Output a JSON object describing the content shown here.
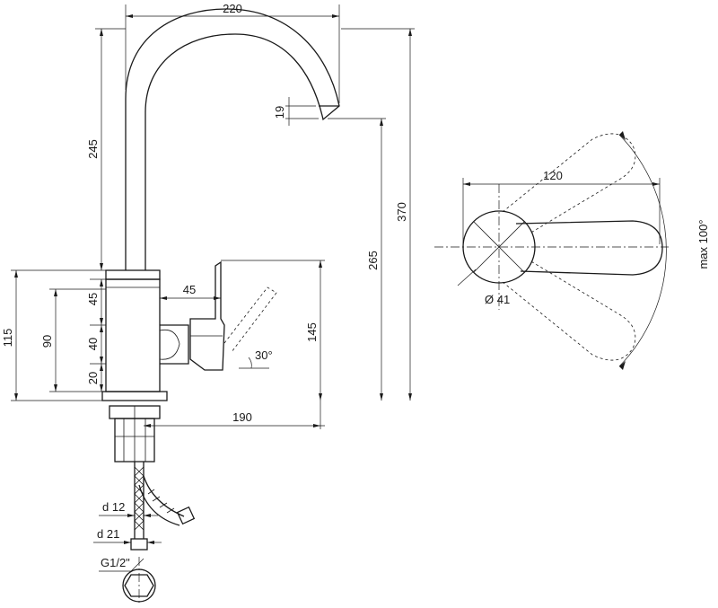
{
  "dimensions": {
    "spout_reach": "220",
    "spout_height": "245",
    "outlet_drop": "19",
    "total_height": "370",
    "outlet_height": "265",
    "handle_length": "45",
    "body_top": "45",
    "body_mid": "40",
    "body_bottom": "20",
    "body_total": "90",
    "mount_total": "115",
    "handle_height": "145",
    "handle_angle": "30°",
    "base_reach": "190",
    "hose_inner": "d 12",
    "hose_outer": "d 21",
    "thread": "G1/2\"",
    "top_view_length": "120",
    "top_view_diameter": "Ø 41",
    "rotation": "max 100°"
  }
}
